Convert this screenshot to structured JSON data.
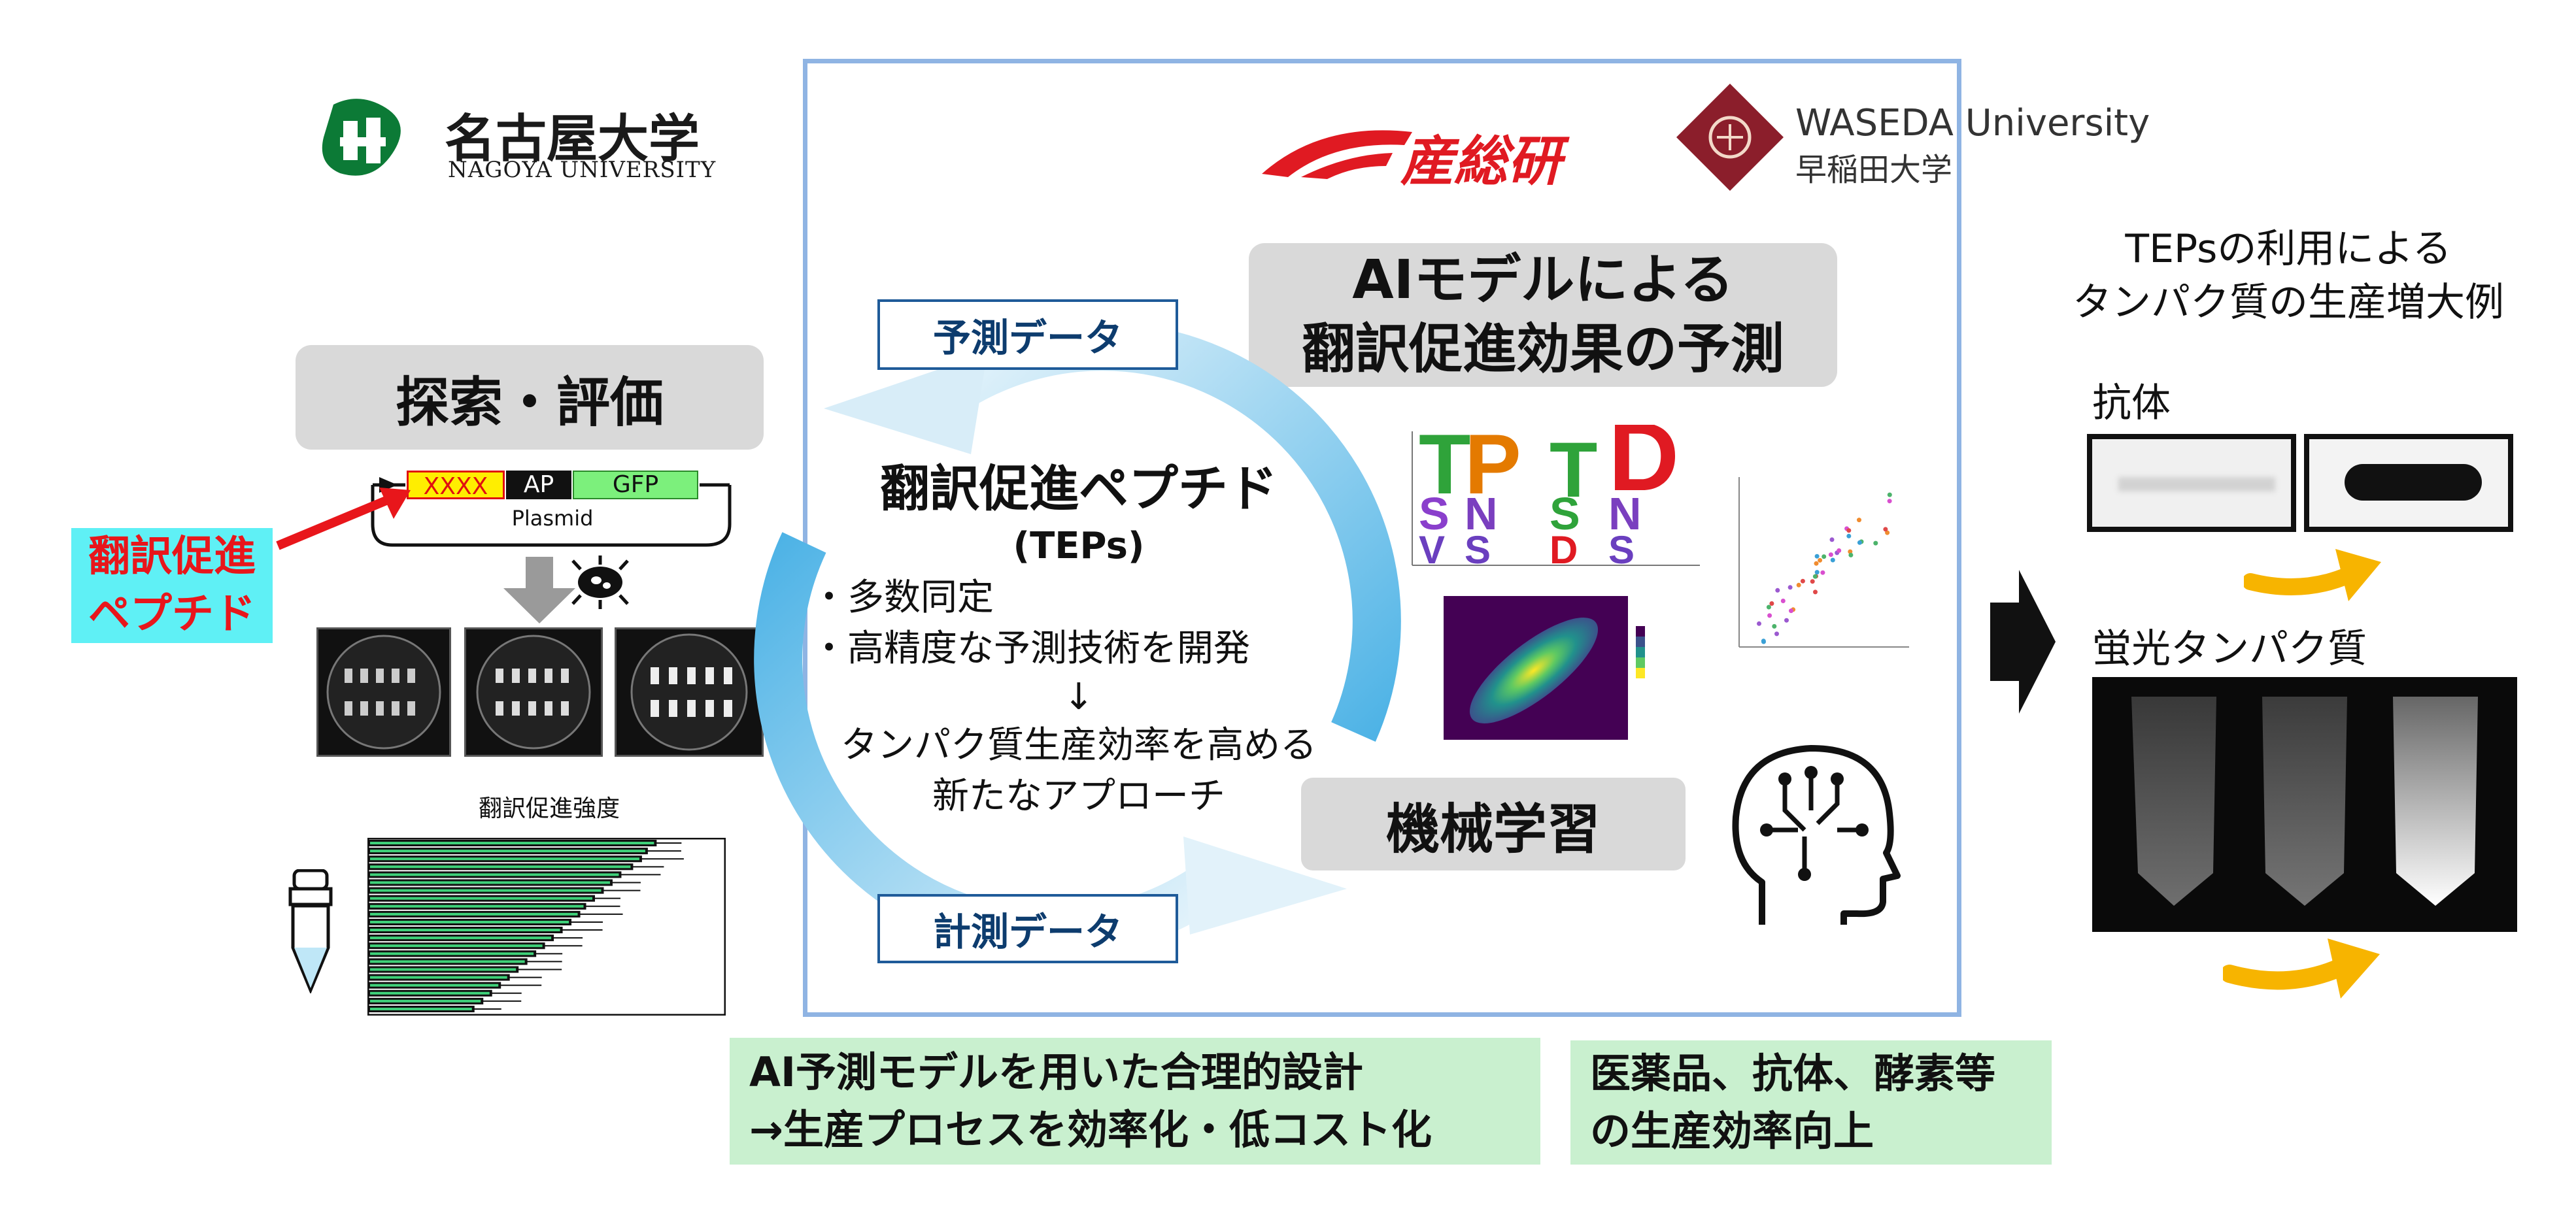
{
  "logos": {
    "nagoya_jp": "名古屋大学",
    "nagoya_en": "NAGOYA UNIVERSITY",
    "aist": "産総研",
    "waseda_en": "WASEDA University",
    "waseda_jp": "早稲田大学"
  },
  "left": {
    "title": "探索・評価",
    "construct": {
      "xxxx": "XXXX",
      "ap": "AP",
      "gfp": "GFP",
      "plasmid": "Plasmid"
    },
    "callout": "翻訳促進ペプチド",
    "bar_chart_title": "翻訳促進強度",
    "bar_values": [
      0.98,
      0.95,
      0.93,
      0.9,
      0.86,
      0.83,
      0.8,
      0.77,
      0.74,
      0.72,
      0.69,
      0.66,
      0.63,
      0.6,
      0.57,
      0.54,
      0.51,
      0.48,
      0.45,
      0.42,
      0.39,
      0.36
    ]
  },
  "center": {
    "ai_title_line1": "AIモデルによる",
    "ai_title_line2": "翻訳促進効果の予測",
    "pred_data": "予測データ",
    "meas_data": "計測データ",
    "teps_title": "翻訳促進ペプチド",
    "teps_abbr": "(TEPs)",
    "bullet1": "・多数同定",
    "bullet2": "・高精度な予測技術を開発",
    "arrow": "↓",
    "approach_line1": "タンパク質生産効率を高める",
    "approach_line2": "新たなアプローチ",
    "ml_title": "機械学習",
    "logo_letters": [
      "T",
      "P",
      "T",
      "D",
      "S",
      "N",
      "S",
      "N",
      "V",
      "S",
      "D",
      "S"
    ]
  },
  "right": {
    "title_line1": "TEPsの利用による",
    "title_line2": "タンパク質の生産増大例",
    "antibody": "抗体",
    "fluor": "蛍光タンパク質"
  },
  "bottom": {
    "box1_line1": "AI予測モデルを用いた合理的設計",
    "box1_line2": "→生産プロセスを効率化・低コスト化",
    "box2_line1": "医薬品、抗体、酵素等",
    "box2_line2": "の生産効率向上"
  },
  "colors": {
    "frame": "#8fb4e3",
    "green": "#c9f0cf",
    "navy": "#1f5b99",
    "cyan_highlight": "#5ff0f5",
    "red": "#e8161b",
    "orange_arrow": "#f7b400"
  }
}
